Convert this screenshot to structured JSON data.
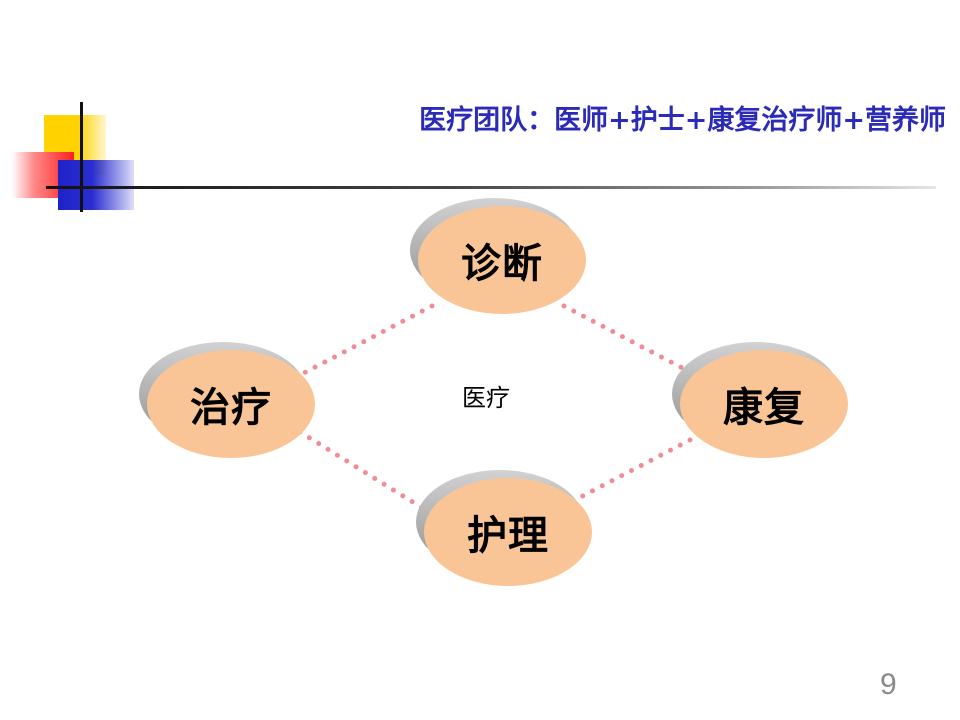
{
  "slide": {
    "title": "医疗团队：医师+护士+康复治疗师+营养师",
    "page_number": "9"
  },
  "diagram": {
    "center_label": "医疗",
    "nodes": {
      "diagnosis": "诊断",
      "treatment": "治疗",
      "rehabilitation": "康复",
      "nursing": "护理"
    },
    "colors": {
      "node_fill": "#fac596",
      "connector": "#f08c96",
      "title": "#2b2bb8"
    }
  }
}
